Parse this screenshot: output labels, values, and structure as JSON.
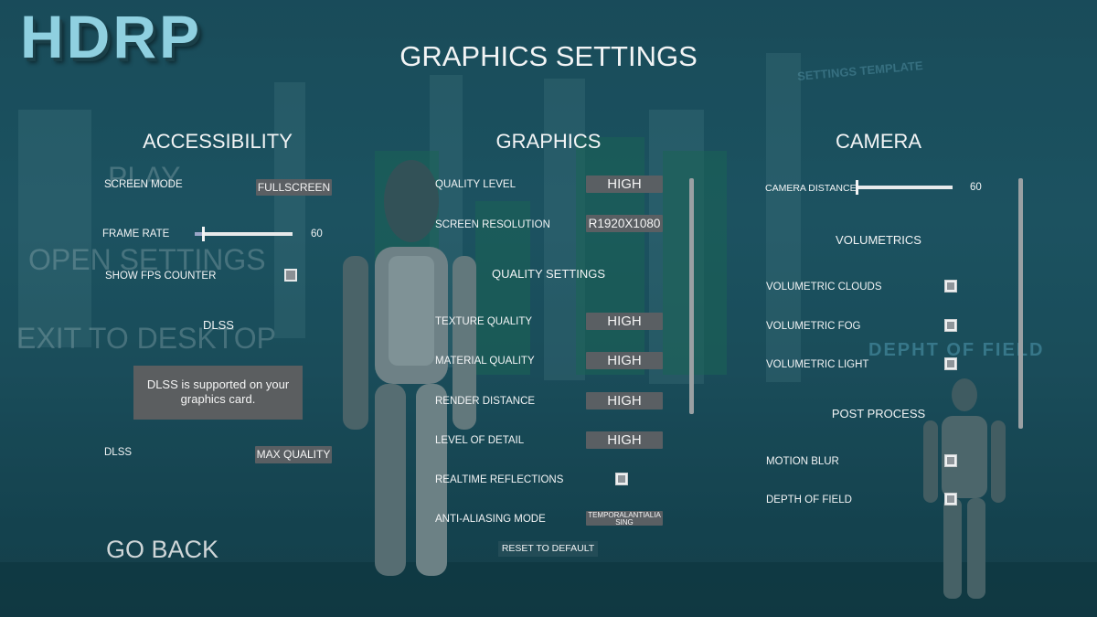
{
  "logo": "HDRP",
  "title": "GRAPHICS SETTINGS",
  "background_text": {
    "play": "PLAY",
    "open_settings": "OPEN SETTINGS",
    "exit": "EXIT TO DESKTOP",
    "depth_of_field_sign": "DEPHT OF FIELD",
    "settings_template": "SETTINGS TEMPLATE"
  },
  "accessibility": {
    "title": "ACCESSIBILITY",
    "screen_mode_label": "SCREEN MODE",
    "screen_mode_value": "FULLSCREEN",
    "frame_rate_label": "FRAME RATE",
    "frame_rate_value": "60",
    "frame_rate_level": 0.08,
    "fps_counter_label": "SHOW FPS COUNTER",
    "fps_counter_checked": false,
    "dlss_heading": "DLSS",
    "dlss_tooltip_line1": "DLSS is supported on your",
    "dlss_tooltip_line2": "graphics card.",
    "dlss_label": "DLSS",
    "dlss_value": "MAX QUALITY"
  },
  "graphics": {
    "title": "GRAPHICS",
    "quality_level_label": "QUALITY LEVEL",
    "quality_level_value": "HIGH",
    "resolution_label": "SCREEN RESOLUTION",
    "resolution_value": "R1920X1080",
    "quality_settings_heading": "QUALITY SETTINGS",
    "texture_label": "TEXTURE QUALITY",
    "texture_value": "HIGH",
    "material_label": "MATERIAL QUALITY",
    "material_value": "HIGH",
    "render_distance_label": "RENDER DISTANCE",
    "render_distance_value": "HIGH",
    "lod_label": "LEVEL OF DETAIL",
    "lod_value": "HIGH",
    "realtime_reflections_label": "REALTIME REFLECTIONS",
    "realtime_reflections_checked": true,
    "aa_label": "ANTI-ALIASING MODE",
    "aa_value": "TEMPORALANTIALIA SING",
    "reset_label": "RESET TO DEFAULT"
  },
  "camera": {
    "title": "CAMERA",
    "distance_label": "CAMERA DISTANCE",
    "distance_value": "60",
    "volumetrics_heading": "VOLUMETRICS",
    "clouds_label": "VOLUMETRIC CLOUDS",
    "fog_label": "VOLUMETRIC FOG",
    "light_label": "VOLUMETRIC LIGHT",
    "post_process_heading": "POST PROCESS",
    "motion_blur_label": "MOTION BLUR",
    "depth_of_field_label": "DEPTH OF FIELD"
  },
  "go_back": "GO BACK",
  "colors": {
    "dropdown_bg": "#5a5f63",
    "background": "#1f5665",
    "logo": "#8fd0e0"
  }
}
